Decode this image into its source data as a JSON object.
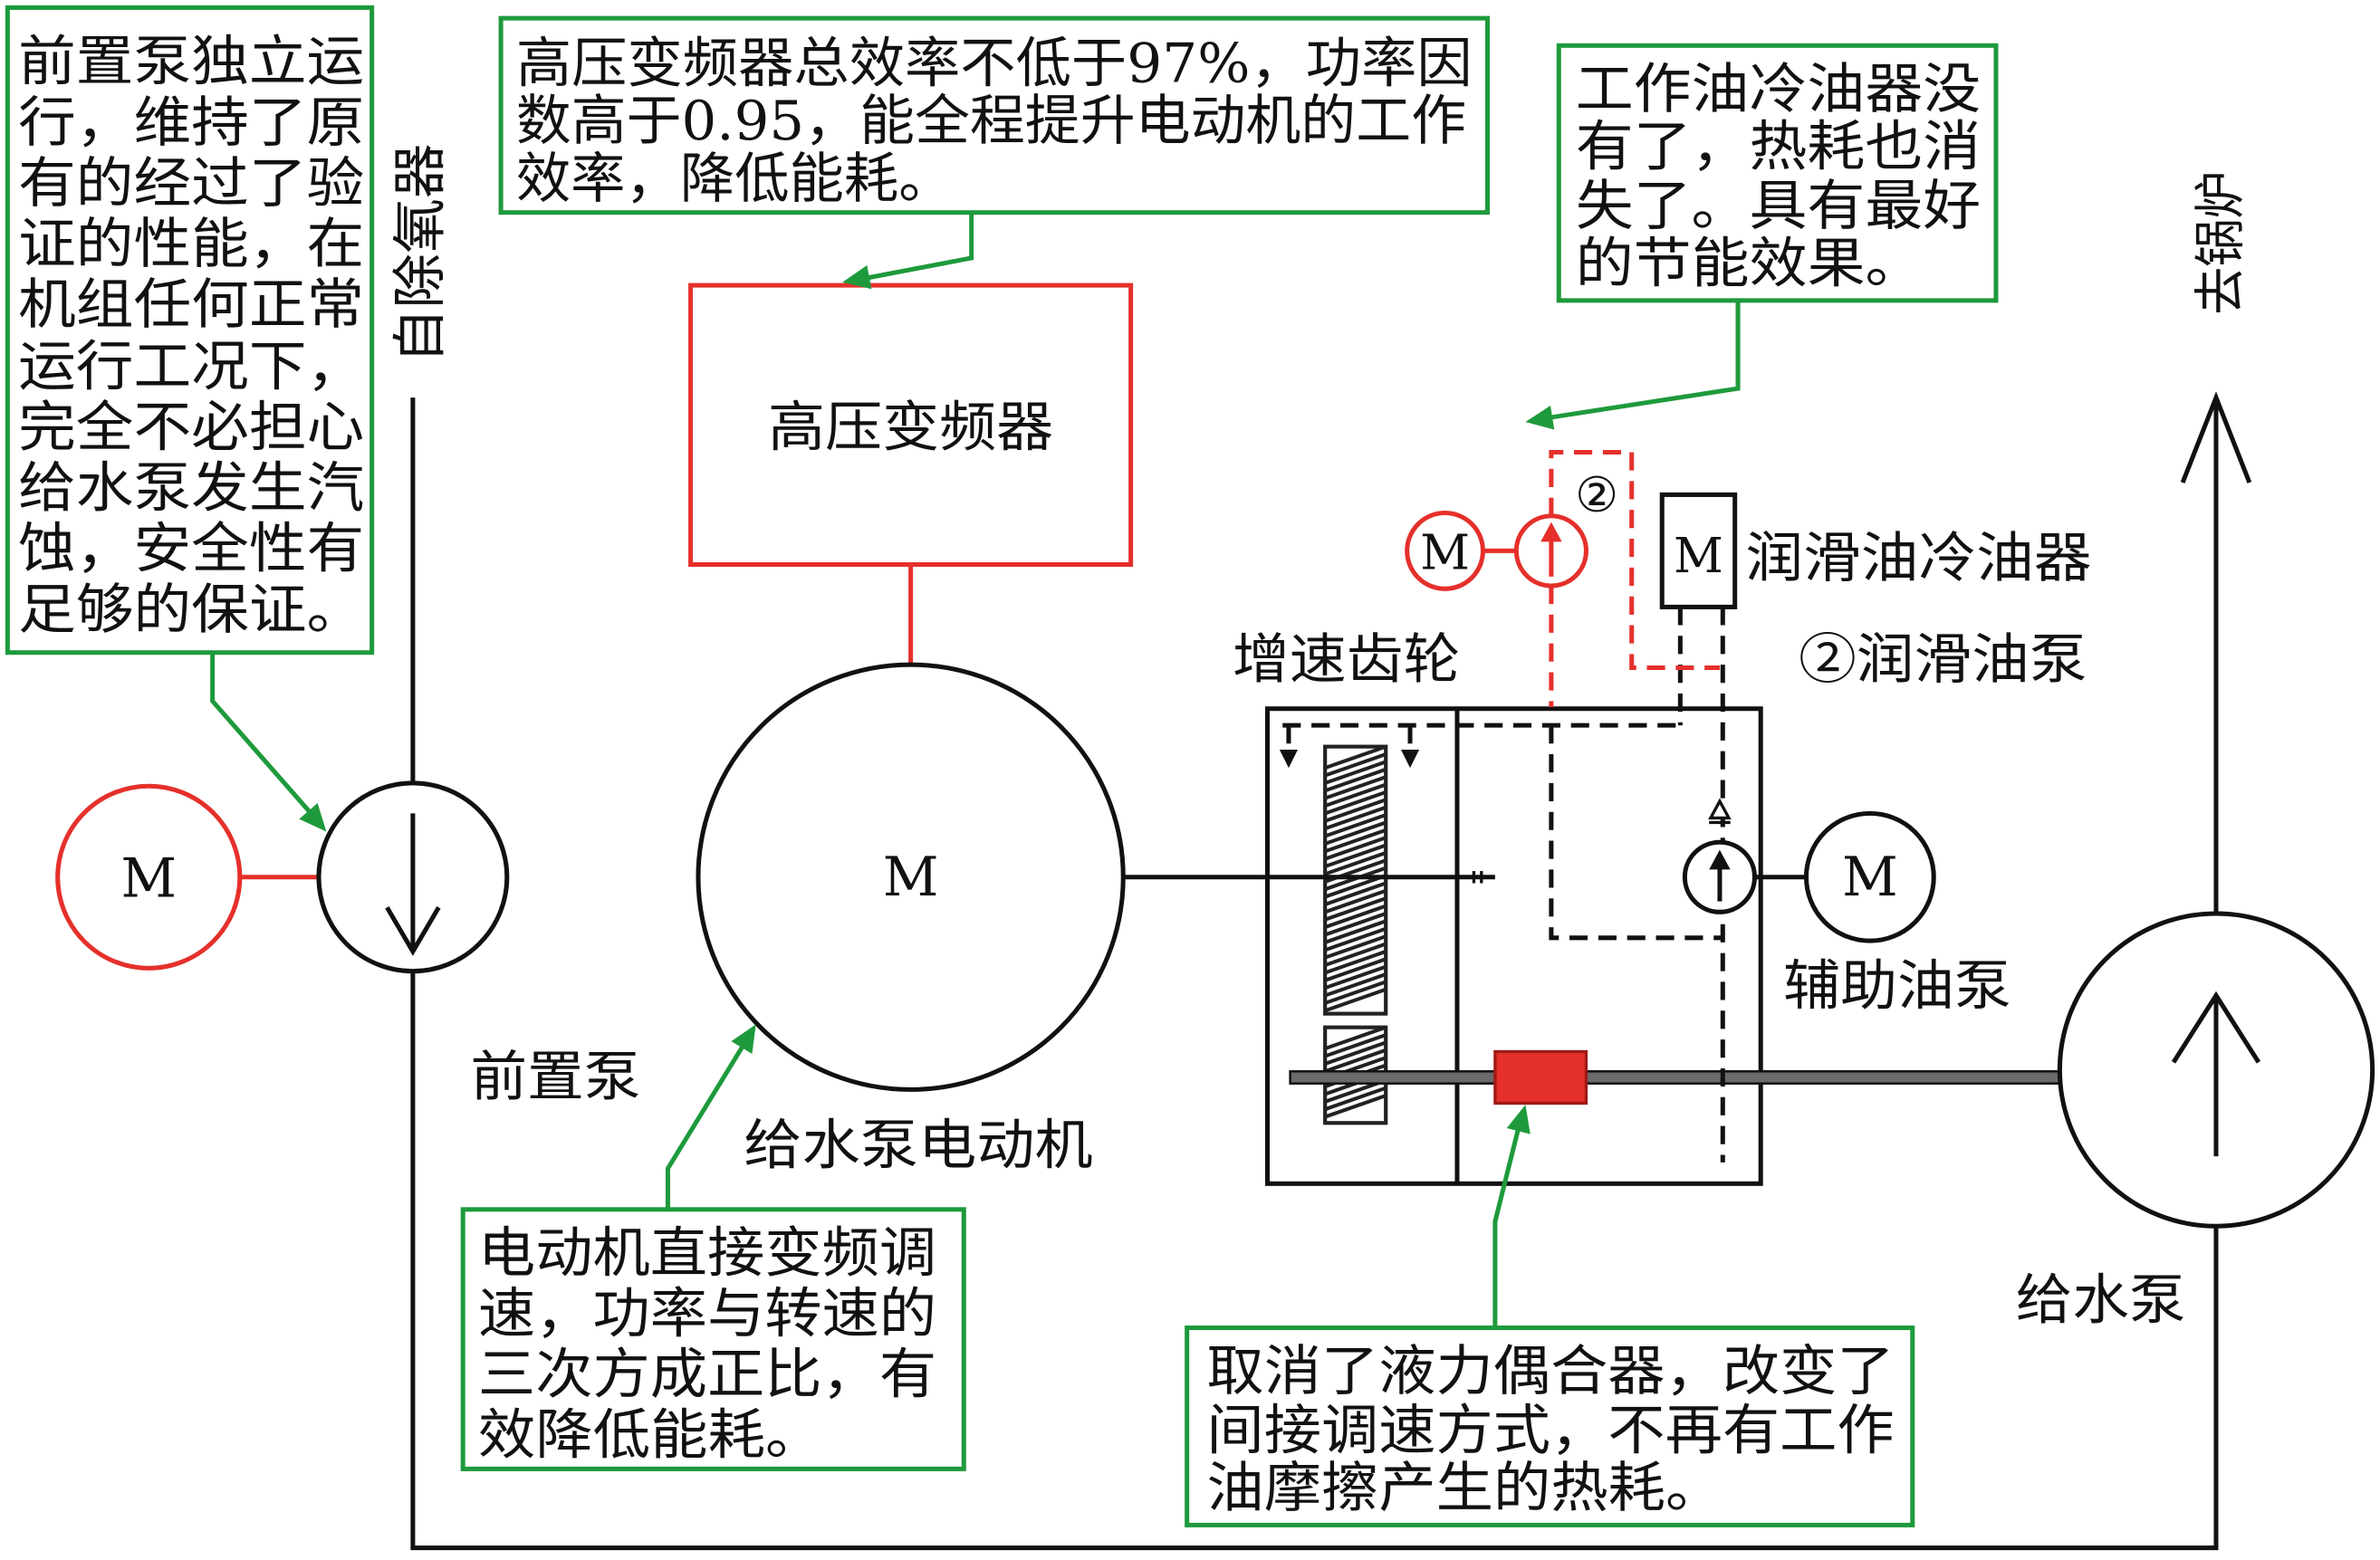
{
  "colors": {
    "callout_border": "#1e9a3c",
    "highlight": "#e5302b",
    "line": "#111111"
  },
  "symbol_motor": "M",
  "callouts": {
    "prepump": {
      "lines": [
        "前置泵独立运",
        "行，维持了原",
        "有的经过了验",
        "证的性能，在",
        "机组任何正常",
        "运行工况下，",
        "完全不必担心",
        "给水泵发生汽",
        "蚀，安全性有",
        "足够的保证。"
      ]
    },
    "vfd": {
      "lines": [
        "高压变频器总效率不低于97%，功率因",
        "数高于0.95，能全程提升电动机的工作",
        "效率，降低能耗。"
      ]
    },
    "cooler": {
      "lines": [
        "工作油冷油器没",
        "有了，热耗也消",
        "失了。具有最好",
        "的节能效果。"
      ]
    },
    "motor": {
      "lines": [
        "电动机直接变频调",
        "速，功率与转速的",
        "三次方成正比，有",
        "效降低能耗。"
      ]
    },
    "coupling": {
      "lines": [
        "取消了液力偶合器，改变了",
        "间接调速方式，不再有工作",
        "油摩擦产生的热耗。"
      ]
    }
  },
  "labels": {
    "from_deaerator": "自除氧器",
    "to_boiler": "去锅炉",
    "vfd": "高压变频器",
    "booster_pump": "前置泵",
    "feed_pump_motor": "给水泵电动机",
    "step_up_gear": "增速齿轮",
    "lube_oil_cooler": "润滑油冷油器",
    "lube_oil_pump": "②润滑油泵",
    "lube_pump_marker": "②",
    "aux_oil_pump": "辅助油泵",
    "feed_pump": "给水泵"
  }
}
